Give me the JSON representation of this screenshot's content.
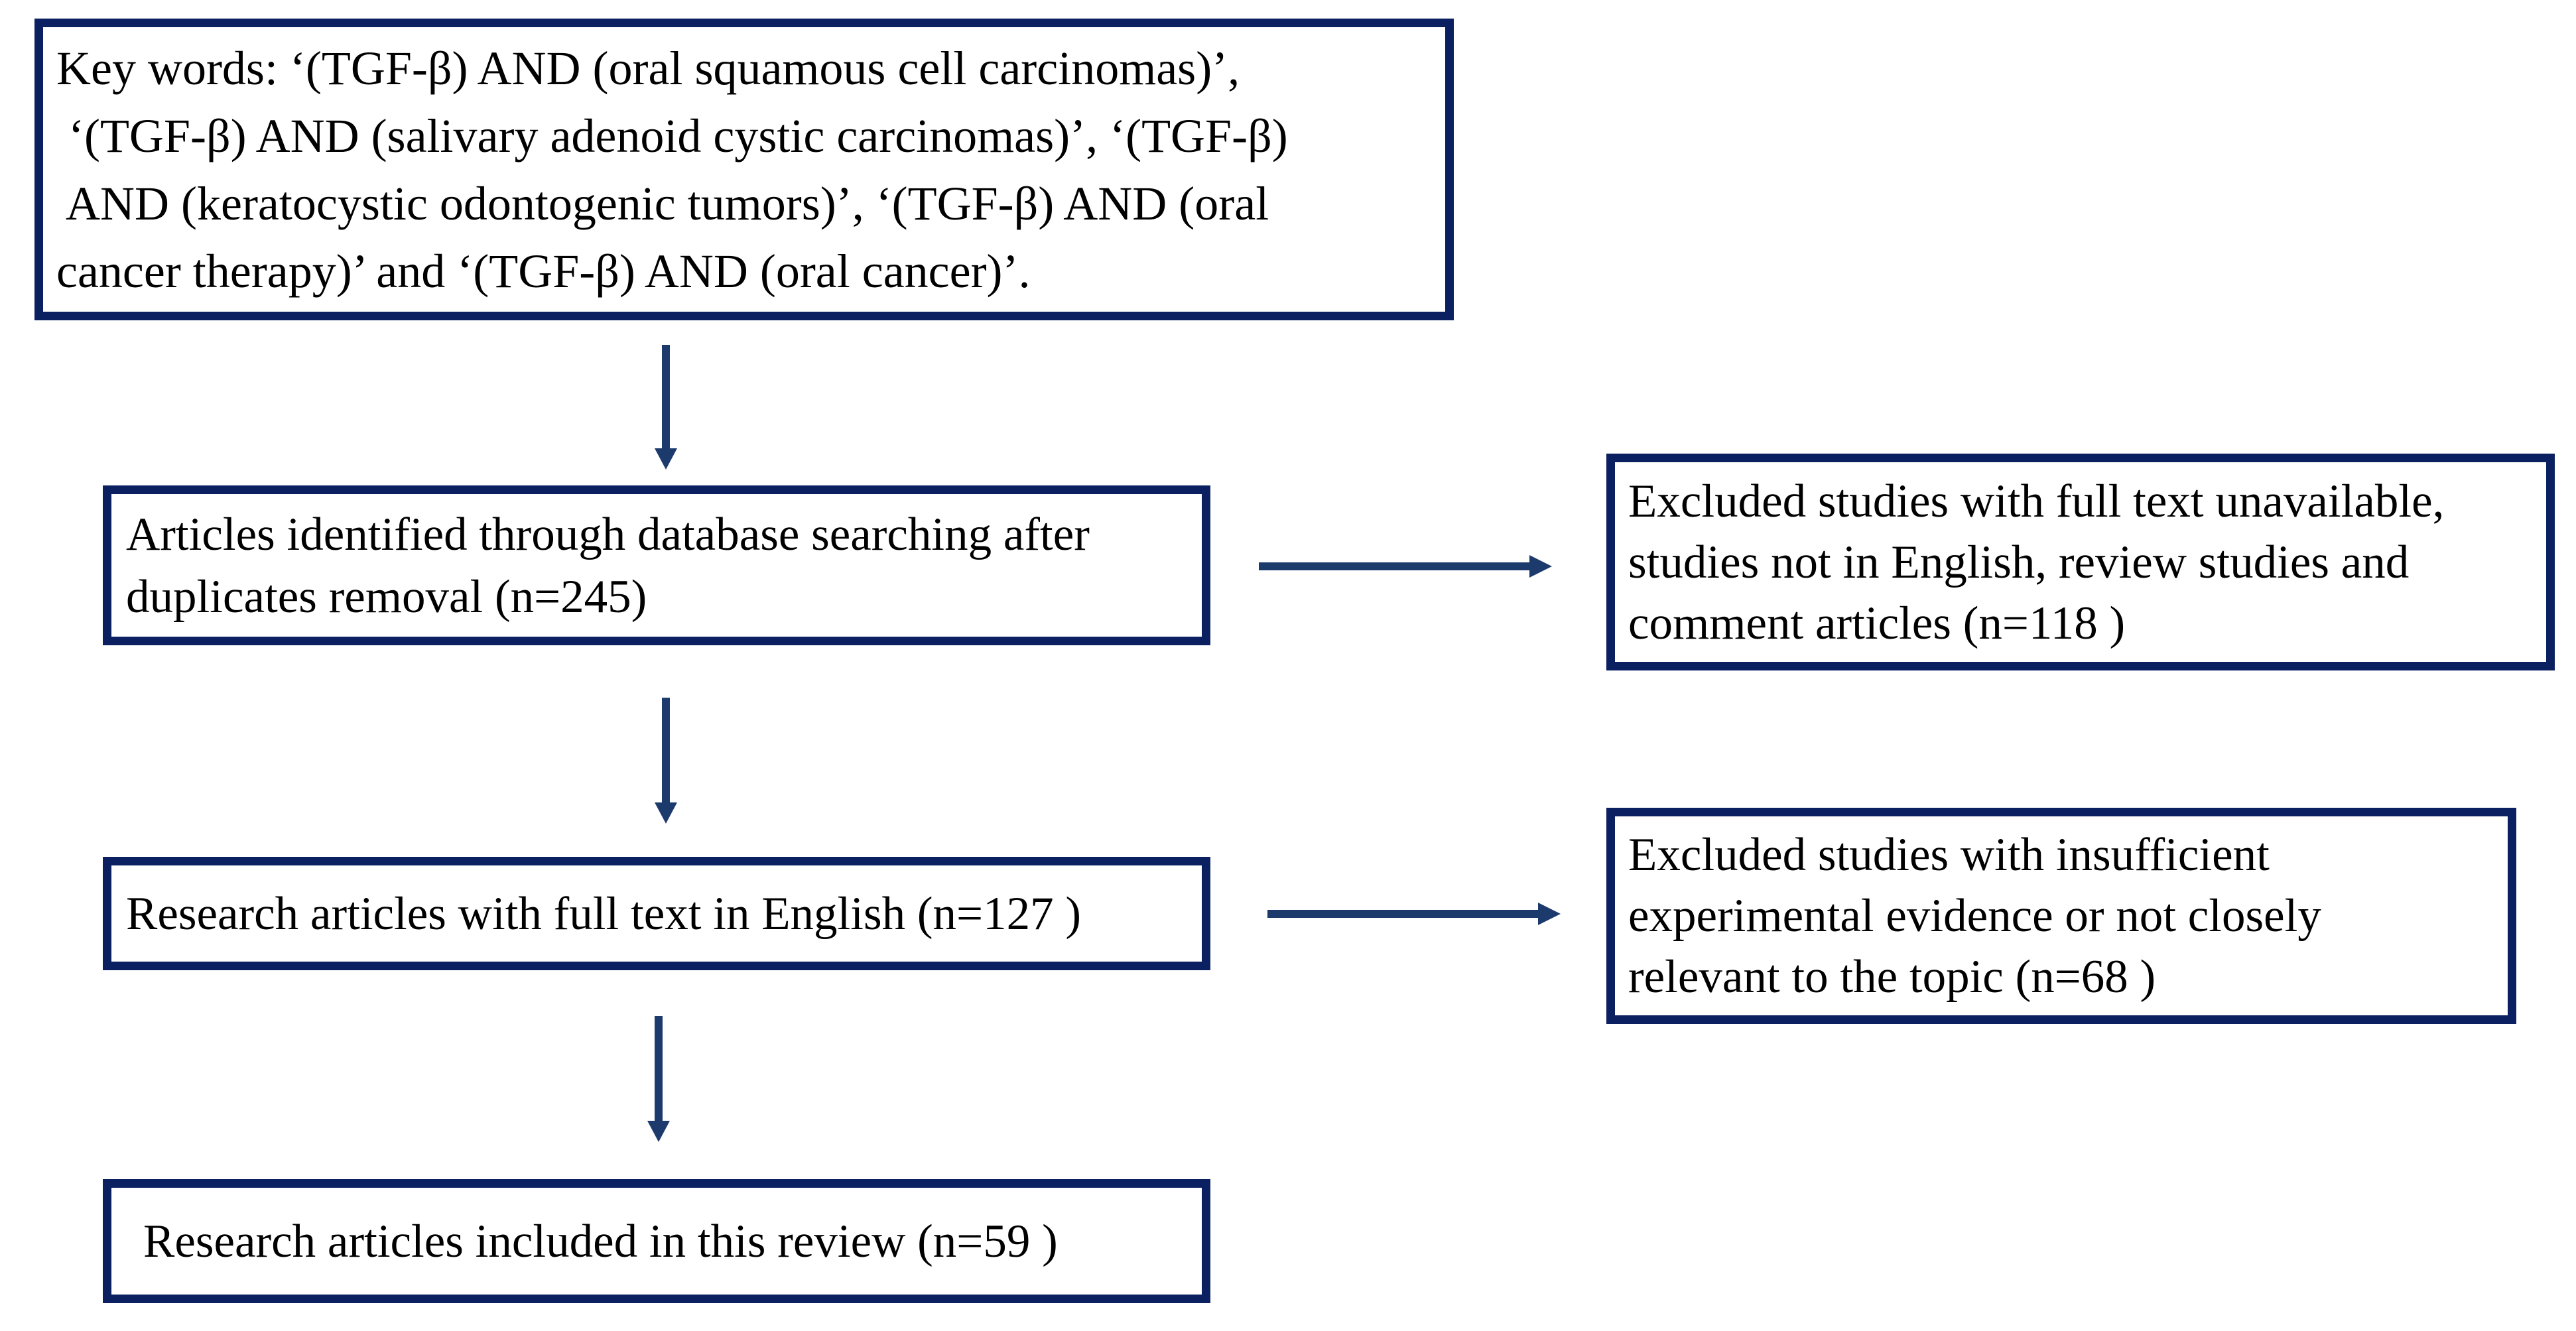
{
  "colors": {
    "box_border": "#0b2060",
    "arrow": "#1d3a6d",
    "text": "#000000",
    "background": "#ffffff"
  },
  "flowchart": {
    "keywords_box": {
      "lines": [
        "Key words: ‘(TGF-β) AND (oral squamous cell carcinomas)’,",
        " ‘(TGF-β) AND (salivary adenoid cystic carcinomas)’, ‘(TGF-β)",
        " AND (keratocystic odontogenic tumors)’, ‘(TGF-β) AND (oral",
        "cancer therapy)’ and ‘(TGF-β) AND (oral cancer)’."
      ]
    },
    "identified_box": {
      "lines": [
        "Articles identified through database searching after",
        "duplicates removal (n=245)"
      ]
    },
    "excluded_fulltext_box": {
      "lines": [
        "Excluded studies with full text unavailable,",
        "studies not in English, review studies and",
        "comment articles (n=118 )"
      ]
    },
    "english_fulltext_box": {
      "lines": [
        "Research articles with full text in English (n=127 )"
      ]
    },
    "excluded_relevance_box": {
      "lines": [
        "Excluded studies with insufficient",
        "experimental evidence or not closely",
        "relevant to the topic (n=68 )"
      ]
    },
    "included_box": {
      "lines": [
        "Research articles included in this review (n=59 )"
      ]
    }
  }
}
